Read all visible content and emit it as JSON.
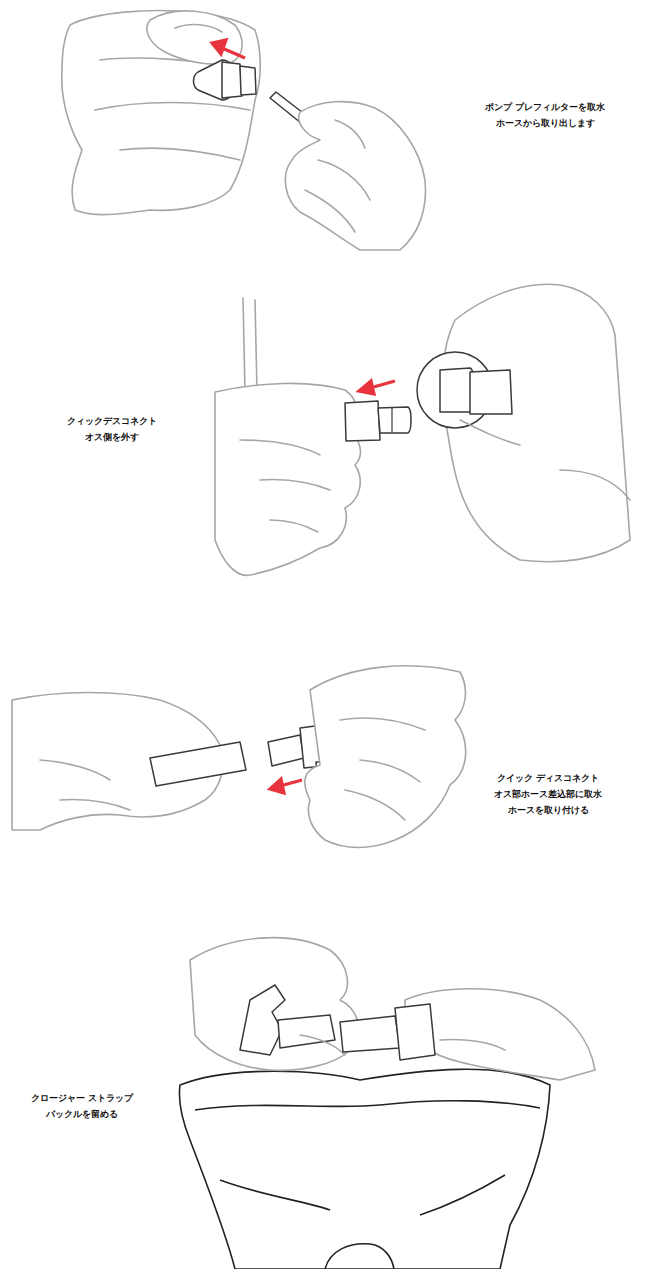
{
  "diagram": {
    "labels": [
      "ポンプ プレフィルターを取水 ホースから取り出します",
      "クィックデスコネクト オス側を外す",
      "クイック ディスコネクト オス部ホース差込部に取水 ホースを取り付ける",
      "クロージャー ストラップ バックルを留める"
    ]
  }
}
